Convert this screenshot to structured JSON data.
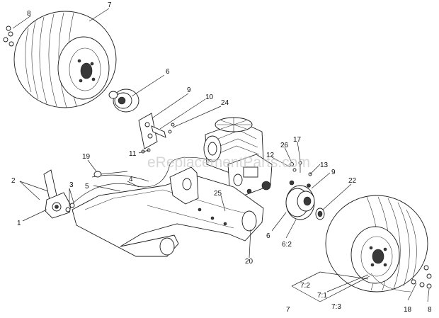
{
  "watermark": "eReplacementParts.com",
  "callouts": {
    "c8a": "8",
    "c7a": "7",
    "c6a": "6",
    "c9a": "9",
    "c10": "10",
    "c24": "24",
    "c11": "11",
    "c19": "19",
    "c2": "2",
    "c3": "3",
    "c5": "5",
    "c4": "4",
    "c1": "1",
    "c25": "25",
    "c26": "26",
    "c17": "17",
    "c12": "12",
    "c13": "13",
    "c9b": "9",
    "c22": "22",
    "c6b": "6",
    "c62": "6:2",
    "c20": "20",
    "c72": "7:2",
    "c71": "7:1",
    "c73": "7:3",
    "c7b": "7",
    "c18": "18",
    "c8b": "8"
  }
}
